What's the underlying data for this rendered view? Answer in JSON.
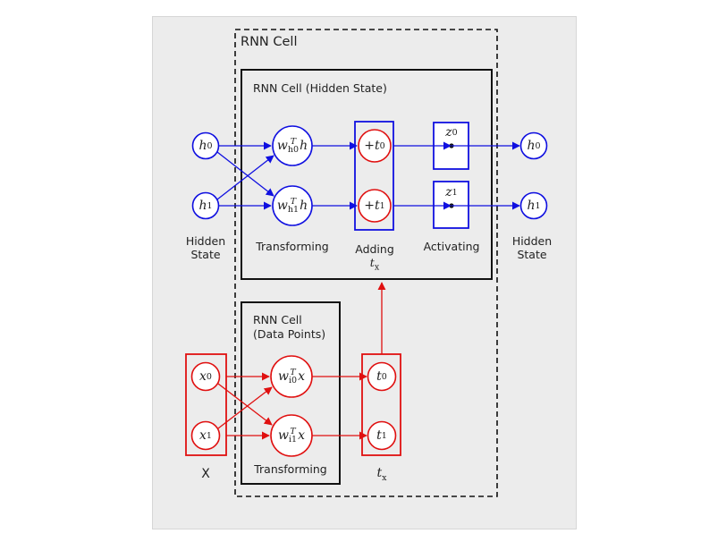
{
  "outer_box": {
    "title": "RNN Cell"
  },
  "hidden_box": {
    "title": "RNN Cell (Hidden State)"
  },
  "data_box": {
    "title_line1": "RNN Cell",
    "title_line2": "(Data Points)"
  },
  "inputs_hidden": {
    "h0": {
      "var": "h",
      "sub": "0"
    },
    "h1": {
      "var": "h",
      "sub": "1"
    },
    "caption_line1": "Hidden",
    "caption_line2": "State"
  },
  "transform_hidden": {
    "n0": {
      "w": "w",
      "sup": "T",
      "sub": "h0",
      "var": "h"
    },
    "n1": {
      "w": "w",
      "sup": "T",
      "sub": "h1",
      "var": "h"
    },
    "caption": "Transforming"
  },
  "adding": {
    "n0": {
      "prefix": "+",
      "var": "t",
      "sub": "0"
    },
    "n1": {
      "prefix": "+",
      "var": "t",
      "sub": "1"
    },
    "caption_line1": "Adding",
    "caption_var": "t",
    "caption_sub": "x"
  },
  "activating": {
    "z0": {
      "var": "z",
      "sub": "0"
    },
    "z1": {
      "var": "z",
      "sub": "1"
    },
    "caption": "Activating"
  },
  "outputs_hidden": {
    "h0": {
      "var": "h",
      "sub": "0"
    },
    "h1": {
      "var": "h",
      "sub": "1"
    },
    "caption_line1": "Hidden",
    "caption_line2": "State"
  },
  "inputs_data": {
    "x0": {
      "var": "x",
      "sub": "0"
    },
    "x1": {
      "var": "x",
      "sub": "1"
    },
    "caption": "X"
  },
  "transform_data": {
    "n0": {
      "w": "w",
      "sup": "T",
      "sub": "i0",
      "var": "x"
    },
    "n1": {
      "w": "w",
      "sup": "T",
      "sub": "i1",
      "var": "x"
    },
    "caption": "Transforming"
  },
  "t_vector": {
    "t0": {
      "var": "t",
      "sub": "0"
    },
    "t1": {
      "var": "t",
      "sub": "1"
    },
    "caption_var": "t",
    "caption_sub": "x"
  },
  "colors": {
    "hidden": "#1010e0",
    "data": "#e01010",
    "frame": "#111111",
    "panel": "#ececec"
  }
}
